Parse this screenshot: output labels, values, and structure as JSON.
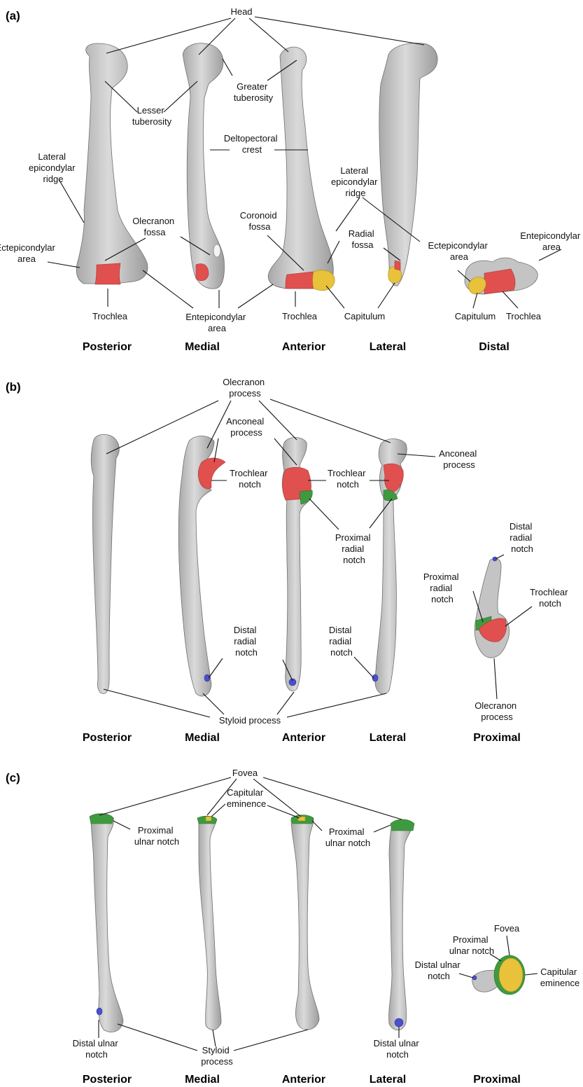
{
  "panels": {
    "a": {
      "letter": "(a)",
      "views": [
        "Posterior",
        "Medial",
        "Anterior",
        "Lateral",
        "Distal"
      ],
      "labels": {
        "head": "Head",
        "greater_tuberosity": [
          "Greater",
          "tuberosity"
        ],
        "lesser_tuberosity": [
          "Lesser",
          "tuberosity"
        ],
        "deltopectoral_crest": [
          "Deltopectoral",
          "crest"
        ],
        "lateral_epicondylar_ridge_1": [
          "Lateral",
          "epicondylar",
          "ridge"
        ],
        "lateral_epicondylar_ridge_2": [
          "Lateral",
          "epicondylar",
          "ridge"
        ],
        "olecranon_fossa": [
          "Olecranon",
          "fossa"
        ],
        "coronoid_fossa": [
          "Coronoid",
          "fossa"
        ],
        "radial_fossa": [
          "Radial",
          "fossa"
        ],
        "ectepicondylar_area_1": [
          "Ectepicondylar",
          "area"
        ],
        "ectepicondylar_area_2": [
          "Ectepicondylar",
          "area"
        ],
        "entepicondylar_area_1": [
          "Entepicondylar",
          "area"
        ],
        "entepicondylar_area_2": [
          "Entepicondylar",
          "area"
        ],
        "trochlea_1": "Trochlea",
        "trochlea_2": "Trochlea",
        "trochlea_3": "Trochlea",
        "capitulum_1": "Capitulum",
        "capitulum_2": "Capitulum"
      }
    },
    "b": {
      "letter": "(b)",
      "views": [
        "Posterior",
        "Medial",
        "Anterior",
        "Lateral",
        "Proximal"
      ],
      "labels": {
        "olecranon_process_1": [
          "Olecranon",
          "process"
        ],
        "olecranon_process_2": [
          "Olecranon",
          "process"
        ],
        "anconeal_process_1": [
          "Anconeal",
          "process"
        ],
        "anconeal_process_2": [
          "Anconeal",
          "process"
        ],
        "trochlear_notch_1": [
          "Trochlear",
          "notch"
        ],
        "trochlear_notch_2": [
          "Trochlear",
          "notch"
        ],
        "trochlear_notch_3": [
          "Trochlear",
          "notch"
        ],
        "proximal_radial_notch_1": [
          "Proximal",
          "radial",
          "notch"
        ],
        "proximal_radial_notch_2": [
          "Proximal",
          "radial",
          "notch"
        ],
        "distal_radial_notch_1": [
          "Distal",
          "radial",
          "notch"
        ],
        "distal_radial_notch_2": [
          "Distal",
          "radial",
          "notch"
        ],
        "distal_radial_notch_3": [
          "Distal",
          "radial",
          "notch"
        ],
        "styloid_process": "Styloid process"
      }
    },
    "c": {
      "letter": "(c)",
      "views": [
        "Posterior",
        "Medial",
        "Anterior",
        "Lateral",
        "Proximal"
      ],
      "labels": {
        "fovea_1": "Fovea",
        "fovea_2": "Fovea",
        "capitular_eminence_1": [
          "Capitular",
          "eminence"
        ],
        "capitular_eminence_2": [
          "Capitular",
          "eminence"
        ],
        "proximal_ulnar_notch_1": [
          "Proximal",
          "ulnar notch"
        ],
        "proximal_ulnar_notch_2": [
          "Proximal",
          "ulnar notch"
        ],
        "proximal_ulnar_notch_3": [
          "Proximal",
          "ulnar notch"
        ],
        "distal_ulnar_notch_1": [
          "Distal ulnar",
          "notch"
        ],
        "distal_ulnar_notch_2": [
          "Distal ulnar",
          "notch"
        ],
        "distal_ulnar_notch_3": [
          "Distal ulnar",
          "notch"
        ],
        "styloid_process": [
          "Styloid",
          "process"
        ]
      }
    }
  },
  "colors": {
    "trochlea": "#e0504e",
    "capitulum": "#e8c23a",
    "radial_notch": "#3f9a3f",
    "distal_notch": "#4b4fcf",
    "bone": "#c8c8c8"
  }
}
